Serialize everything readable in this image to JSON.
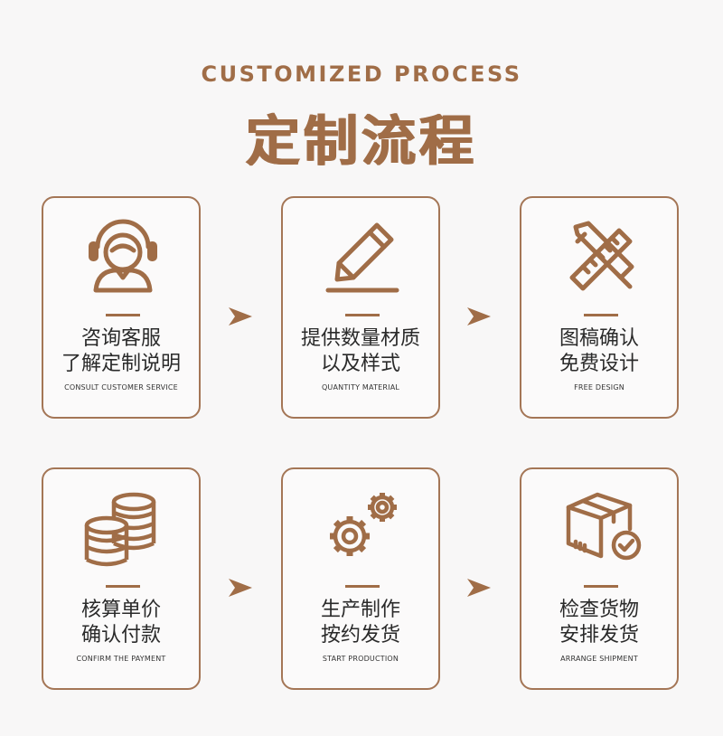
{
  "header": {
    "subtitle_en": "CUSTOMIZED PROCESS",
    "title_cn": "定制流程"
  },
  "steps": [
    {
      "line1": "咨询客服",
      "line2": "了解定制说明",
      "en": "CONSULT CUSTOMER SERVICE",
      "icon": "customer-service-headset-icon"
    },
    {
      "line1": "提供数量材质",
      "line2": "以及样式",
      "en": "QUANTITY MATERIAL",
      "icon": "pencil-icon"
    },
    {
      "line1": "图稿确认",
      "line2": "免费设计",
      "en": "FREE DESIGN",
      "icon": "pencil-ruler-icon"
    },
    {
      "line1": "核算单价",
      "line2": "确认付款",
      "en": "CONFIRM THE PAYMENT",
      "icon": "coins-stack-icon"
    },
    {
      "line1": "生产制作",
      "line2": "按约发货",
      "en": "START PRODUCTION",
      "icon": "gears-icon"
    },
    {
      "line1": "检查货物",
      "line2": "安排发货",
      "en": "ARRANGE SHIPMENT",
      "icon": "package-check-icon"
    }
  ],
  "colors": {
    "accent": "#a06d47",
    "border": "#a47656",
    "background": "#f8f7f7"
  }
}
